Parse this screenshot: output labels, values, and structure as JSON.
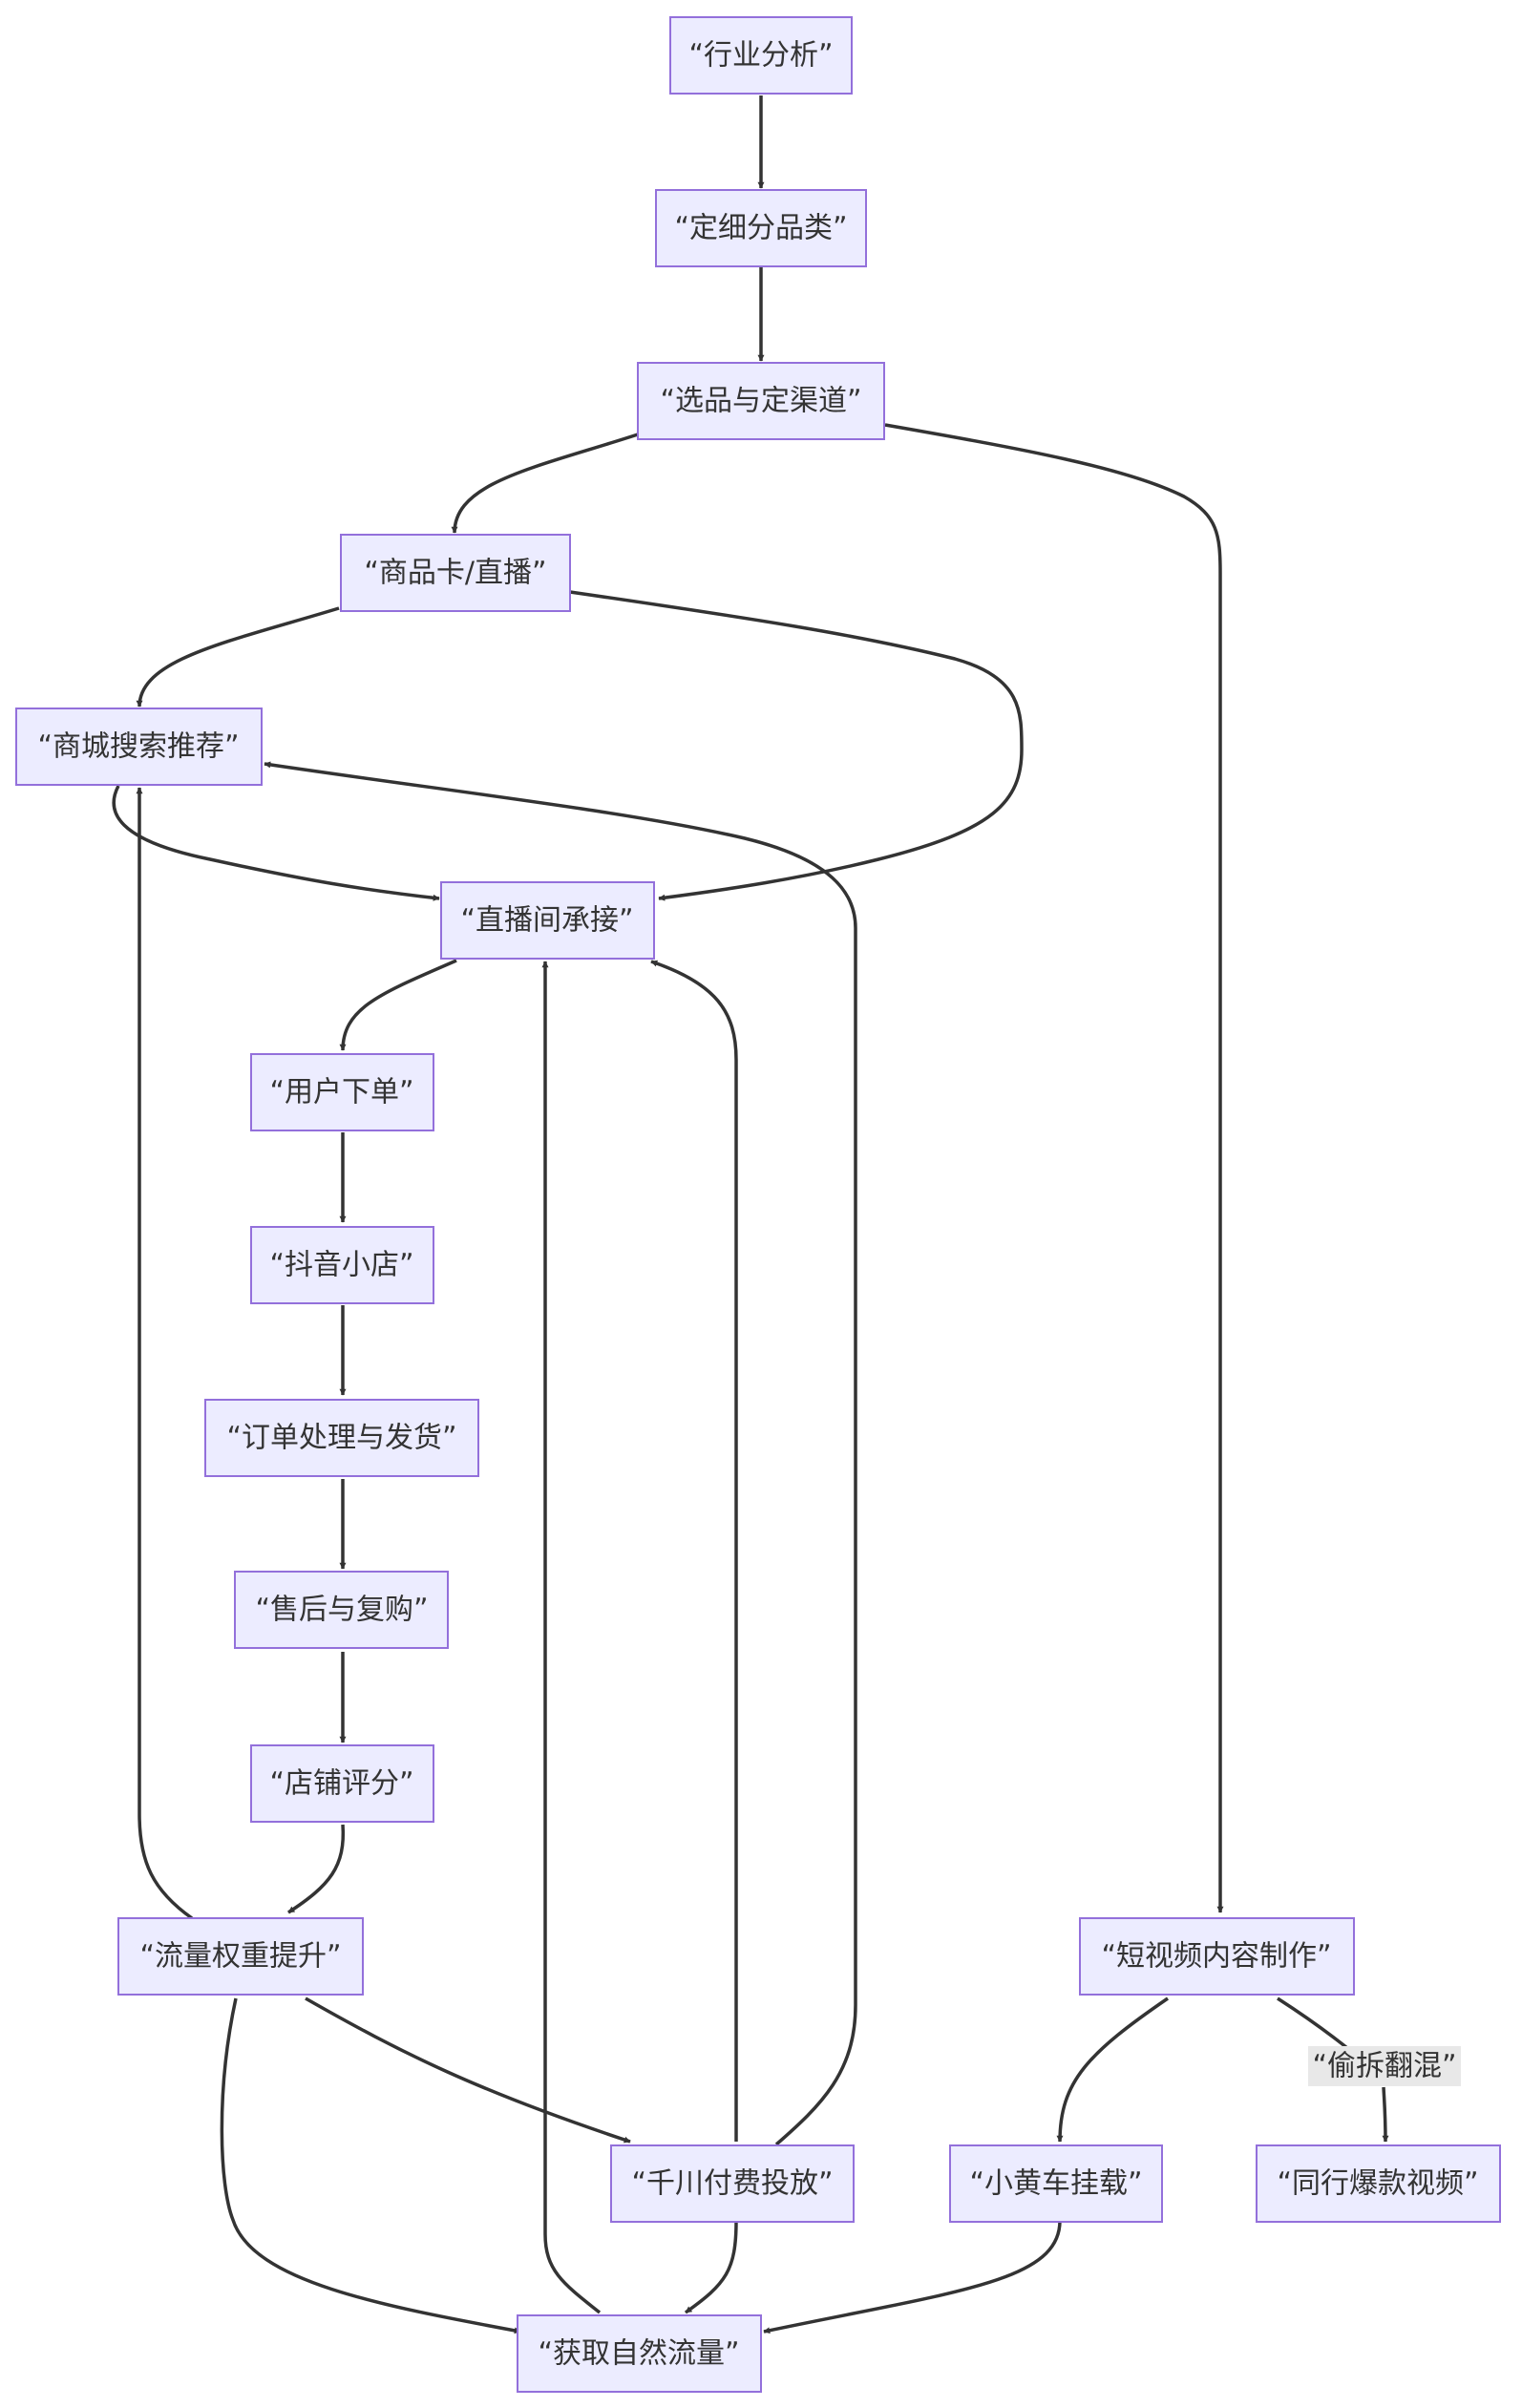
{
  "nodes": {
    "industry_analysis": "“行业分析”",
    "subcategory": "“定细分品类”",
    "product_channel": "“选品与定渠道”",
    "product_card_live": "“商品卡/直播”",
    "mall_search": "“商城搜索推荐”",
    "live_room": "“直播间承接”",
    "user_order": "“用户下单”",
    "douyin_store": "“抖音小店”",
    "order_shipping": "“订单处理与发货”",
    "after_sales": "“售后与复购”",
    "store_rating": "“店铺评分”",
    "traffic_weight": "“流量权重提升”",
    "qianchuan": "“千川付费投放”",
    "organic_traffic": "“获取自然流量”",
    "short_video": "“短视频内容制作”",
    "yellow_cart": "“小黄车挂载”",
    "peer_hot_video": "“同行爆款视频”"
  },
  "edge_labels": {
    "remix": "“偷拆翻混”"
  },
  "colors": {
    "node_fill": "#ECECFF",
    "node_border": "#9370DB",
    "edge": "#333333",
    "label_bg": "#e8e8e8",
    "text": "#333333"
  }
}
